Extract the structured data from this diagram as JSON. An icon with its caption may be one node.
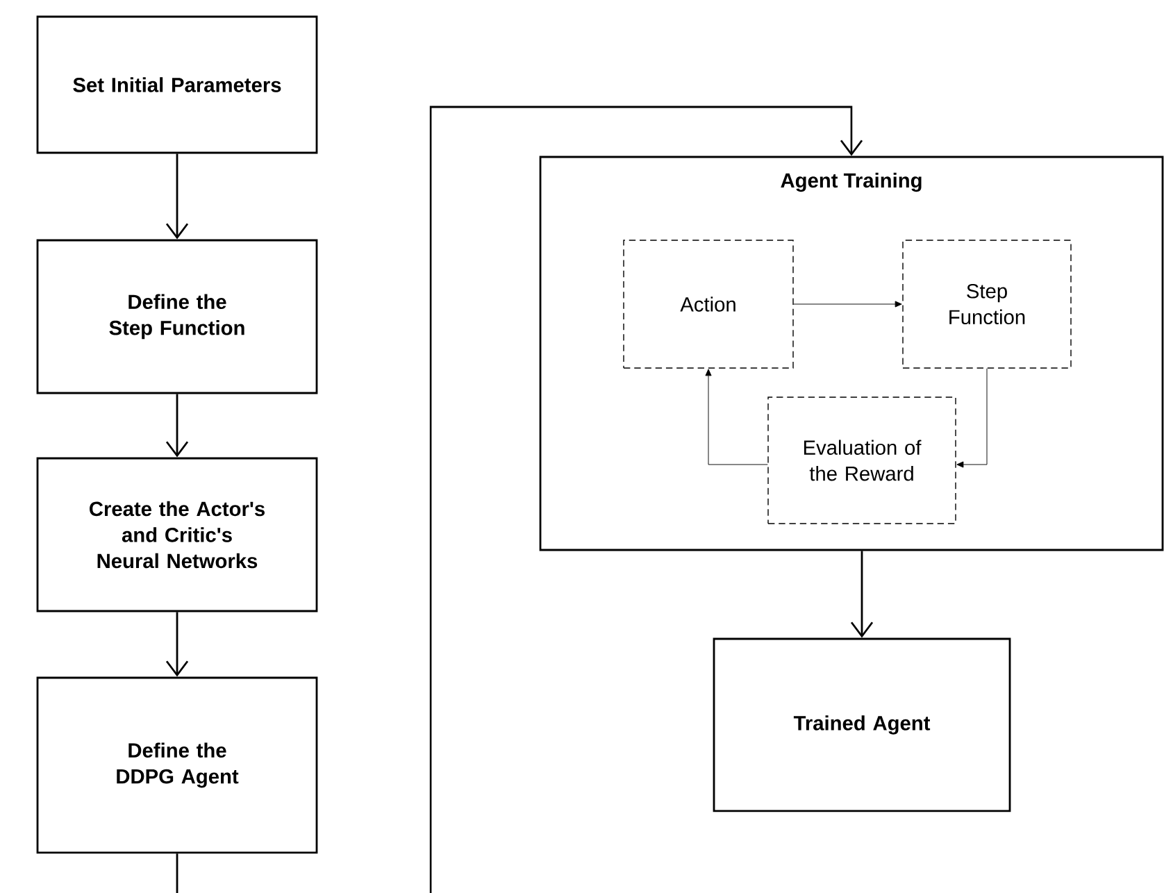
{
  "diagram": {
    "nodes": [
      {
        "text": [
          "Set Initial Parameters"
        ]
      },
      {
        "text": [
          "Define the Step Function"
        ]
      },
      {
        "text": [
          "Create the Actor's and Critic's Neural Networks"
        ]
      },
      {
        "text": [
          "Define the DDPG Agent"
        ]
      },
      {
        "text": [
          "Agent Training"
        ]
      },
      {
        "text": [
          "Action"
        ],
        "in": 4
      },
      {
        "text": [
          "Step Function"
        ],
        "in": 4
      },
      {
        "text": [
          "Evaluation of the Reward"
        ],
        "in": 4
      },
      {
        "text": [
          "Trained Agent"
        ]
      }
    ],
    "edges": [
      {
        "from": 0,
        "to": 1,
        "arrow": "to"
      },
      {
        "from": 1,
        "to": 2,
        "arrow": "to"
      },
      {
        "from": 2,
        "to": 3,
        "arrow": "to"
      },
      {
        "from": 3,
        "to": null,
        "arrow": "none"
      },
      {
        "from": null,
        "to": 4,
        "arrow": "to"
      },
      {
        "from": 5,
        "to": 6,
        "arrow": "to"
      },
      {
        "from": 6,
        "to": 7,
        "arrow": "to"
      },
      {
        "from": 7,
        "to": 5,
        "arrow": "to"
      },
      {
        "from": 4,
        "to": 8,
        "arrow": "to"
      }
    ]
  }
}
